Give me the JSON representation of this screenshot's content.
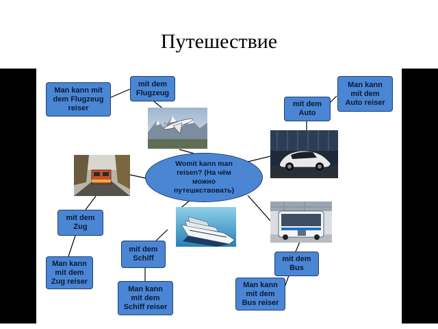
{
  "title": "Путешествие",
  "center": "Womit kann man\nreisen? (На чём\nможно\nпутешкствовать)",
  "boxes": {
    "flugzeug_mit": "mit dem\nFlugzeug",
    "flugzeug_reisen": "Man kann mit\ndem Flugzeug\nreiser",
    "auto_mit": "mit dem\nAuto",
    "auto_reisen": "Man kann\nmit dem\nAuto reiser",
    "zug_mit": "mit dem\nZug",
    "zug_reisen": "Man kann\nmit dem\nZug reiser",
    "schiff_mit": "mit dem\nSchiff",
    "schiff_reisen": "Man kann\nmit dem\nSchiff reiser",
    "bus_mit": "mit dem\nBus",
    "bus_reisen": "Man kann\nmit dem\nBus reiser"
  },
  "colors": {
    "box_fill": "#4a86d4",
    "box_border": "#1f3f72"
  },
  "images": [
    "airplane-photo",
    "car-photo",
    "train-photo",
    "ship-photo",
    "bus-photo"
  ]
}
